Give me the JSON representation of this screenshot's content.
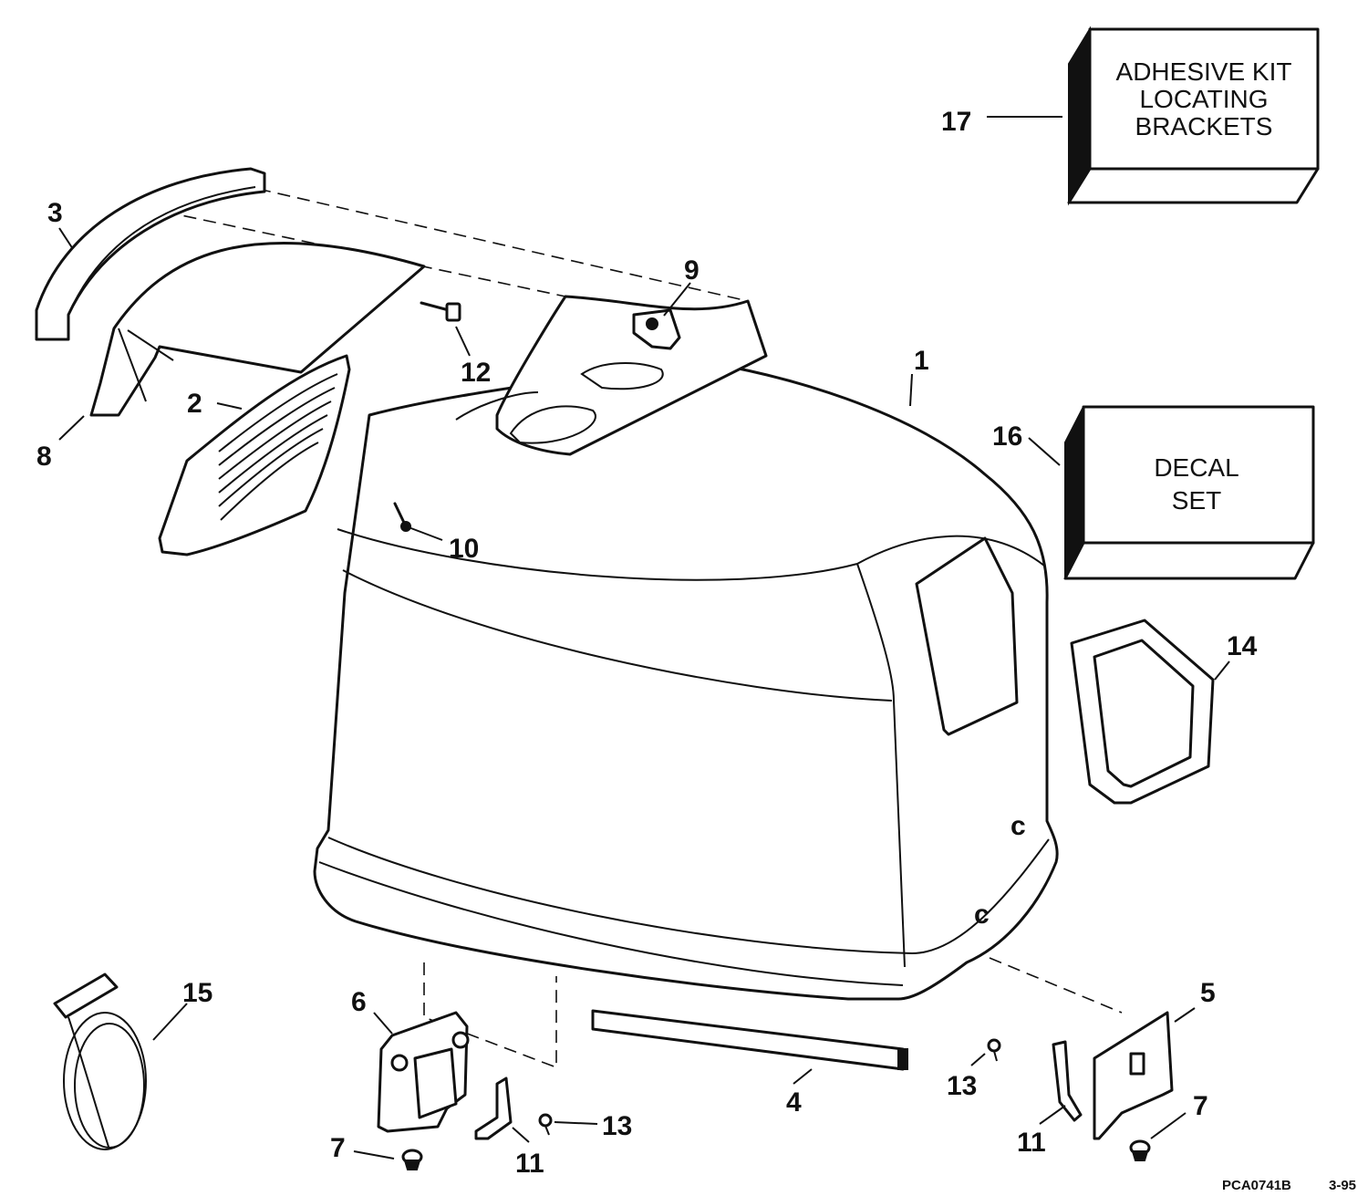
{
  "callouts": {
    "c1": "1",
    "c2": "2",
    "c3": "3",
    "c4": "4",
    "c5": "5",
    "c6": "6",
    "c7a": "7",
    "c7b": "7",
    "c8": "8",
    "c9": "9",
    "c10": "10",
    "c11a": "11",
    "c11b": "11",
    "c12": "12",
    "c13a": "13",
    "c13b": "13",
    "c14": "14",
    "c15": "15",
    "c16": "16",
    "c17": "17"
  },
  "boxes": {
    "adhesive_kit": [
      "ADHESIVE KIT",
      "LOCATING",
      "BRACKETS"
    ],
    "decal_set": [
      "DECAL",
      "SET"
    ]
  },
  "drawing_id": "PCA0741B",
  "revision": "3-95"
}
